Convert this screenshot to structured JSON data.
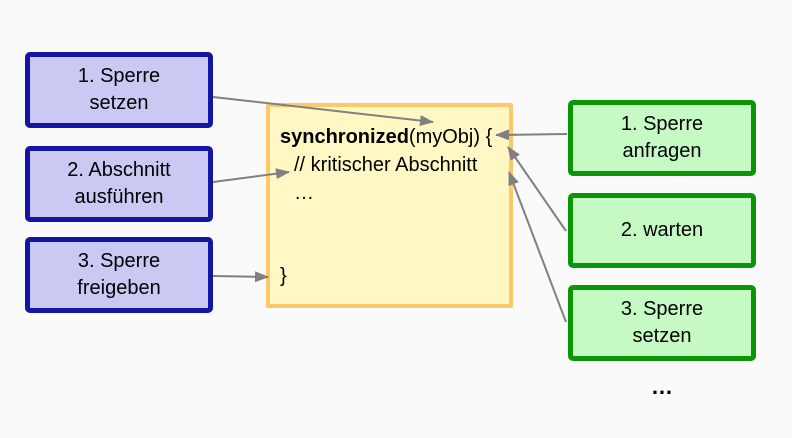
{
  "diagram": {
    "description": "synchronized block locking steps",
    "left_steps": [
      {
        "line1": "1. Sperre",
        "line2": "setzen"
      },
      {
        "line1": "2. Abschnitt",
        "line2": "ausführen"
      },
      {
        "line1": "3. Sperre",
        "line2": "freigeben"
      }
    ],
    "right_steps": [
      {
        "line1": "1. Sperre",
        "line2": "anfragen"
      },
      {
        "line1": "2. warten",
        "line2": ""
      },
      {
        "line1": "3. Sperre",
        "line2": "setzen"
      }
    ],
    "code_box": {
      "keyword": "synchronized",
      "line1_rest": "(myObj) {",
      "line2": "// kritischer Abschnitt",
      "line3": "…",
      "line4": "}"
    },
    "ellipsis_bottom": "…",
    "colors": {
      "background": "#fafafa",
      "text": "#000000",
      "blue_border": "#1515a3",
      "blue_fill": "#c9c9f4",
      "green_border": "#0a9606",
      "green_fill": "#c5fac4",
      "yellow_border": "#fdc968",
      "yellow_fill": "#fff8c4",
      "arrow": "#808080"
    }
  }
}
